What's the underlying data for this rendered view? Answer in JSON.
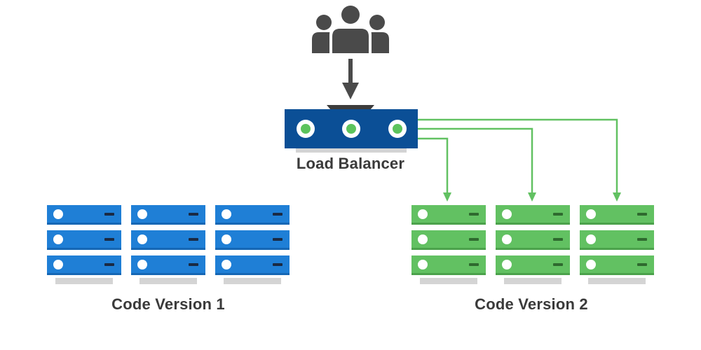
{
  "load_balancer": {
    "label": "Load Balancer",
    "indicator_count": 3
  },
  "server_groups": [
    {
      "label": "Code Version 1",
      "racks": 3,
      "units_per_rack": 3,
      "receives_traffic": false
    },
    {
      "label": "Code Version 2",
      "racks": 3,
      "units_per_rack": 3,
      "receives_traffic": true
    }
  ],
  "icons": {
    "users": "users-group-icon",
    "arrow": "arrow-down-icon",
    "server": "server-rack-icon"
  },
  "colors": {
    "users": "#4a4a4a",
    "arrow": "#4a4a4a",
    "load_balancer": "#0b4f96",
    "load_balancer_top": "#3c3c3c",
    "indicator_green": "#5cc35c",
    "version1_unit": "#1f7fd6",
    "version1_bottom": "#1567b5",
    "version2_unit": "#62c162",
    "version2_bottom": "#4ba24b",
    "traffic_line": "#62c162",
    "shadow": "#d4d4d4",
    "led_dark": "#1a2a44",
    "led_dark_green": "#2f6a2f",
    "label_text": "#3a3a3a"
  }
}
